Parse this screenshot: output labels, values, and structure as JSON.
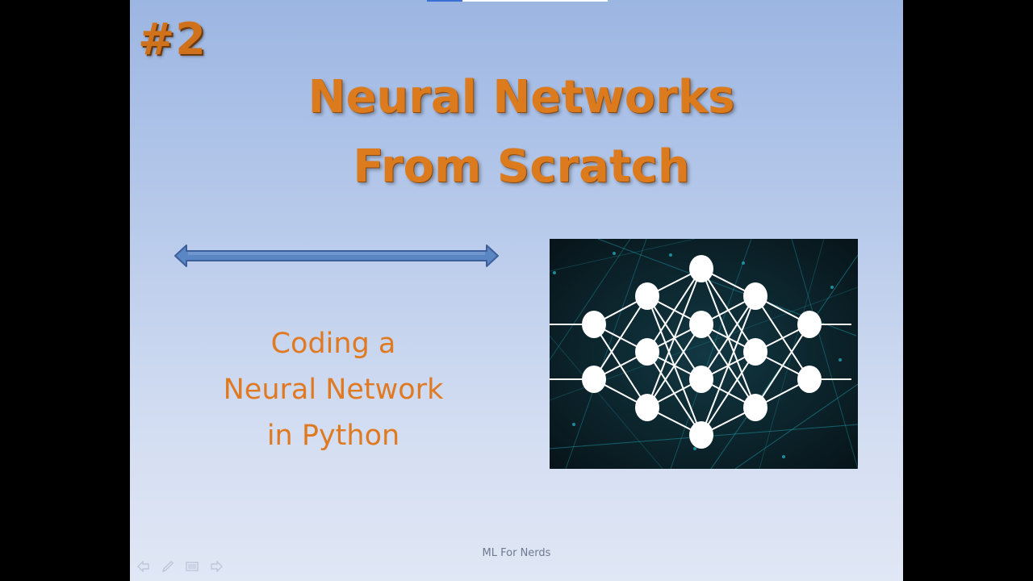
{
  "slide": {
    "number": "#2",
    "title_lines": [
      "Neural Networks",
      "From Scratch"
    ],
    "subtitle_lines": [
      "Coding a",
      "Neural Network",
      "in Python"
    ],
    "footer": "ML For Nerds"
  },
  "colors": {
    "title": "#dc7a1e",
    "number": "#d0721c",
    "subtitle": "#df7a22",
    "arrow_fill": "#5b86c4",
    "arrow_stroke": "#3c5f99",
    "slide_bg_top": "#9cb6e2",
    "slide_bg_bottom": "#e0e7f5",
    "image_bg": "#0b1d24",
    "network_glow": "#1fa7b8"
  },
  "arrow": {
    "icon": "double-headed-arrow"
  },
  "image": {
    "icon": "neural-network-diagram",
    "layers": [
      2,
      3,
      4,
      3,
      2
    ]
  },
  "nav": {
    "icons": [
      "previous-slide-icon",
      "pen-icon",
      "slide-menu-icon",
      "next-slide-icon"
    ]
  }
}
